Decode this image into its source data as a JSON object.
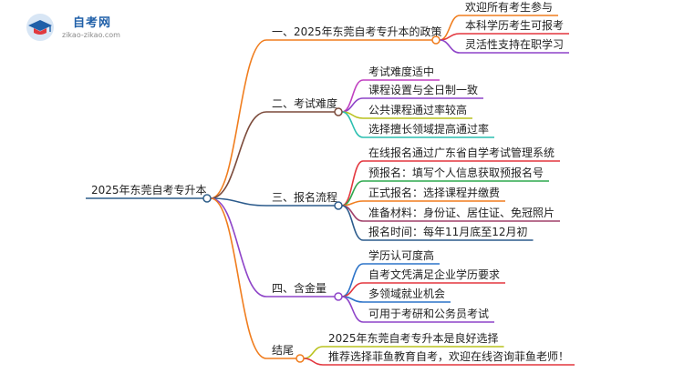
{
  "logo": {
    "title": "自考网",
    "url": "zikao-zikao.com"
  },
  "root": {
    "label": "2025年东莞自考专升本",
    "color": "#2f5f8a"
  },
  "branches": [
    {
      "label": "一、2025年东莞自考专升本的政策",
      "color": "#f07d1e",
      "children": [
        {
          "label": "欢迎所有考生参与",
          "color": "#f07d1e"
        },
        {
          "label": "本科学历考生可报考",
          "color": "#e3373f"
        },
        {
          "label": "灵活性支持在职学习",
          "color": "#8e44c8"
        }
      ]
    },
    {
      "label": "二、考试难度",
      "color": "#7b4a3a",
      "children": [
        {
          "label": "考试难度适中",
          "color": "#c03fc0"
        },
        {
          "label": "课程设置与全日制一致",
          "color": "#8e44c8"
        },
        {
          "label": "公共课程通过率较高",
          "color": "#b9c21e"
        },
        {
          "label": "选择擅长领域提高通过率",
          "color": "#2bbfb0"
        }
      ]
    },
    {
      "label": "三、报名流程",
      "color": "#2c5b8c",
      "children": [
        {
          "label": "在线报名通过广东省自学考试管理系统",
          "color": "#e3373f"
        },
        {
          "label": "预报名：填写个人信息获取预报名号",
          "color": "#2fa84f"
        },
        {
          "label": "正式报名：选择课程并缴费",
          "color": "#f07d1e"
        },
        {
          "label": "准备材料：身份证、居住证、免冠照片",
          "color": "#a0406a"
        },
        {
          "label": "报名时间：每年11月底至12月初",
          "color": "#2c5b8c"
        }
      ]
    },
    {
      "label": "四、含金量",
      "color": "#8e44c8",
      "children": [
        {
          "label": "学历认可度高",
          "color": "#2c73c8"
        },
        {
          "label": "自考文凭满足企业学历要求",
          "color": "#e3373f"
        },
        {
          "label": "多领域就业机会",
          "color": "#2c73c8"
        },
        {
          "label": "可用于考研和公务员考试",
          "color": "#8e44c8"
        }
      ]
    },
    {
      "label": "结尾",
      "color": "#f07d1e",
      "children": [
        {
          "label": "2025年东莞自考专升本是良好选择",
          "color": "#b9c21e"
        },
        {
          "label": "推荐选择菲鱼教育自考，欢迎在线咨询菲鱼老师！",
          "color": "#e3373f"
        }
      ]
    }
  ]
}
